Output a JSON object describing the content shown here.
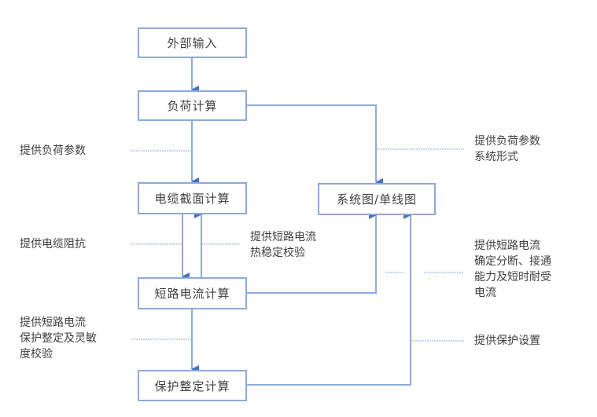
{
  "boxes": {
    "external_input": "外部输入",
    "load_calc": "负荷计算",
    "cable_section_calc": "电缆截面计算",
    "short_circuit_calc": "短路电流计算",
    "protection_setting_calc": "保护整定计算",
    "system_diagram": "系统图/单线图"
  },
  "notes": {
    "load_params_left": "提供负荷参数",
    "load_params_right": "提供负荷参数\n系统形式",
    "cable_impedance": "提供电缆阻抗",
    "sc_thermal": "提供短路电流\n热稳定校验",
    "sc_breaking": "提供短路电流\n确定分断、接通\n能力及短时耐受\n电流",
    "sc_protection": "提供短路电流\n保护整定及灵敏\n度校验",
    "protection_setting": "提供保护设置"
  },
  "colors": {
    "line": "#8eaadb",
    "arrow": "#4472c4",
    "text": "#404040"
  }
}
